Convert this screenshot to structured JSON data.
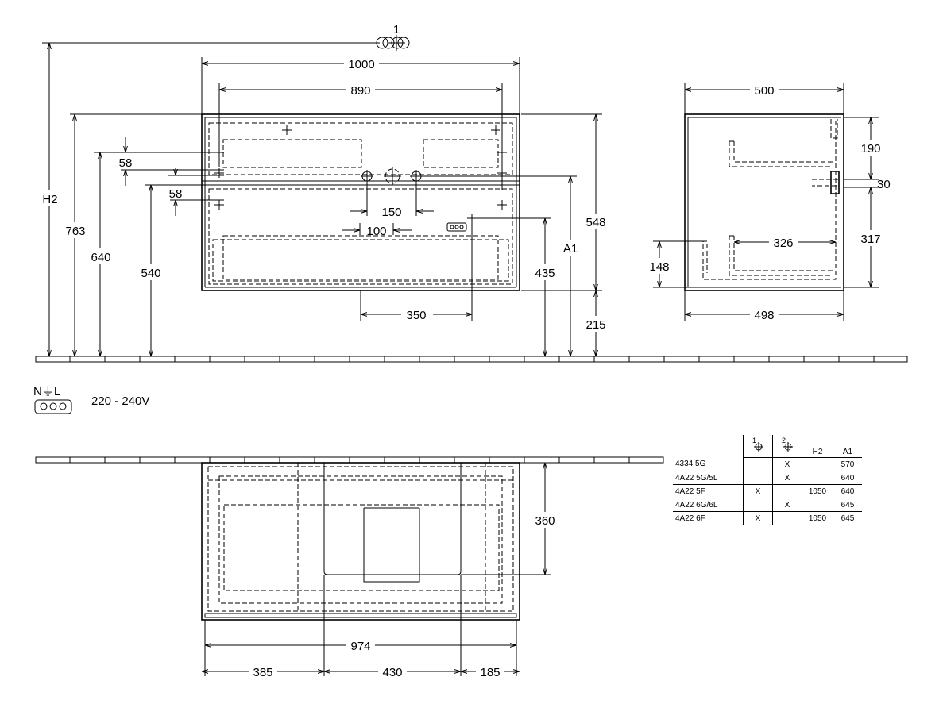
{
  "front_view": {
    "marker_1": "1",
    "width_total": "1000",
    "width_inner": "890",
    "height_763": "763",
    "height_640": "640",
    "height_540": "540",
    "height_h2": "H2",
    "height_548": "548",
    "height_435": "435",
    "label_a1": "A1",
    "height_215": "215",
    "offset_58_top": "58",
    "offset_58_bottom": "58",
    "spacing_150": "150",
    "spacing_100": "100",
    "spacing_350": "350"
  },
  "side_view": {
    "depth_500": "500",
    "depth_498": "498",
    "height_190": "190",
    "height_30": "30",
    "height_317": "317",
    "height_148": "148",
    "depth_326": "326"
  },
  "electrical": {
    "symbol": "N⏚L",
    "voltage": "220 - 240V"
  },
  "top_view": {
    "depth_360": "360",
    "width_974": "974",
    "seg_385": "385",
    "seg_430": "430",
    "seg_185": "185"
  },
  "spec_table": {
    "headers": [
      "",
      "1",
      "2",
      "H2",
      "A1"
    ],
    "rows": [
      {
        "model": "4334 5G",
        "c1": "",
        "c2": "X",
        "h2": "",
        "a1": "570"
      },
      {
        "model": "4A22 5G/5L",
        "c1": "",
        "c2": "X",
        "h2": "",
        "a1": "640"
      },
      {
        "model": "4A22 5F",
        "c1": "X",
        "c2": "",
        "h2": "1050",
        "a1": "640"
      },
      {
        "model": "4A22 6G/6L",
        "c1": "",
        "c2": "X",
        "h2": "",
        "a1": "645"
      },
      {
        "model": "4A22 6F",
        "c1": "X",
        "c2": "",
        "h2": "1050",
        "a1": "645"
      }
    ]
  }
}
